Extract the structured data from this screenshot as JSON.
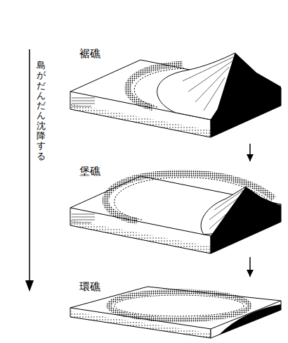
{
  "diagram": {
    "nodes": [
      {
        "text": [
          "裾礁"
        ]
      },
      {
        "text": [
          "堡礁"
        ]
      },
      {
        "text": [
          "環礁"
        ]
      }
    ],
    "edges": [
      {
        "from": 0,
        "to": 1,
        "arrow": "to"
      },
      {
        "from": 1,
        "to": 2,
        "arrow": "to"
      }
    ],
    "labels": [
      "島がだんだん沈降する"
    ]
  }
}
